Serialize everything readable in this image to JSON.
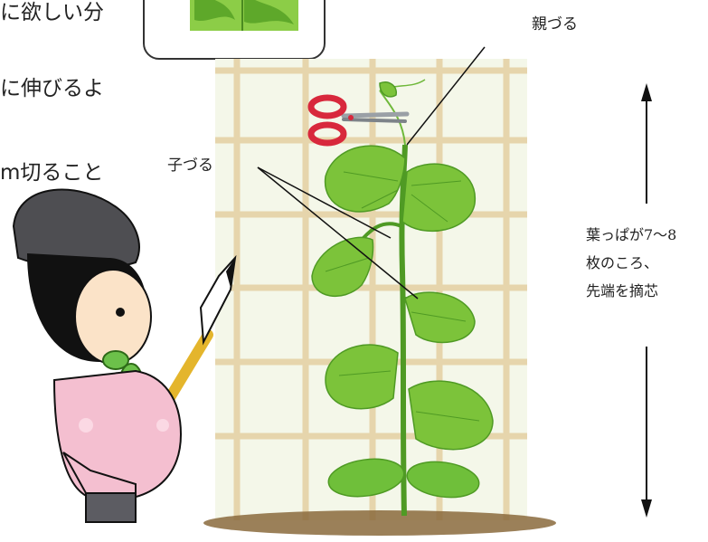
{
  "text_lines": [
    "に欲しい分",
    "に伸びるよ",
    "m切ること"
  ],
  "labels": {
    "main_vine": "親づる",
    "side_vines": "子づる"
  },
  "note": {
    "line1": "葉っぱが7〜8",
    "line2": "枚のころ、",
    "line3": "先端を摘芯"
  },
  "colors": {
    "leaf": "#7cc33a",
    "leaf_dark": "#4f9a24",
    "trellis": "#e9d9b2",
    "panel": "#f3f6e6",
    "soil": "#8a6a3c",
    "scissors": "#d8283c"
  }
}
